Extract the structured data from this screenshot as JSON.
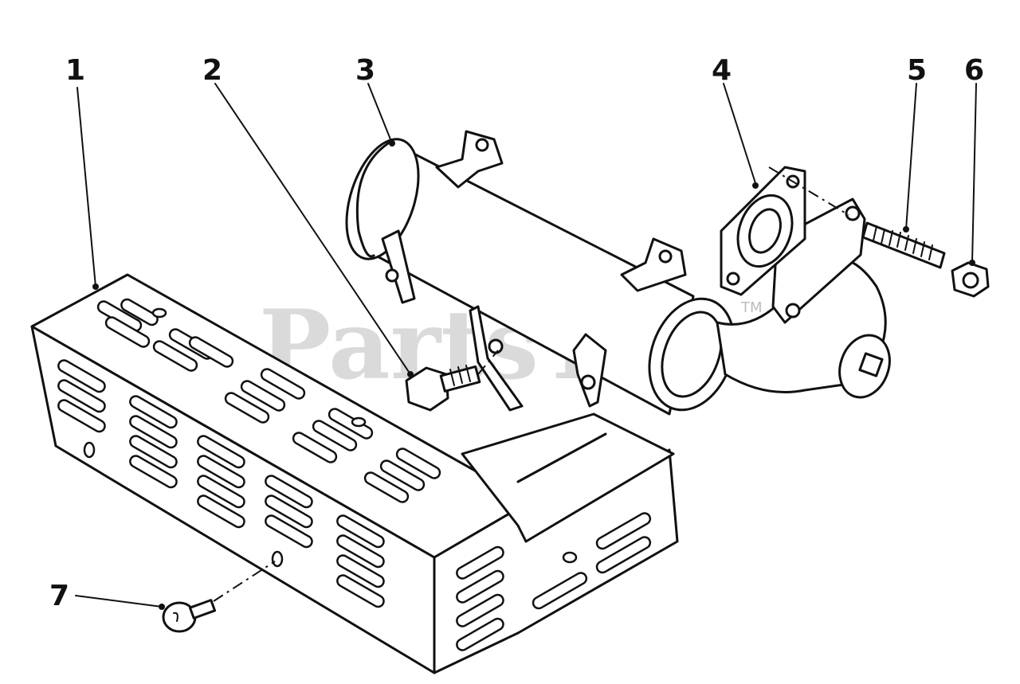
{
  "diagram": {
    "callouts": [
      {
        "id": "1",
        "label": "1"
      },
      {
        "id": "2",
        "label": "2"
      },
      {
        "id": "3",
        "label": "3"
      },
      {
        "id": "4",
        "label": "4"
      },
      {
        "id": "5",
        "label": "5"
      },
      {
        "id": "6",
        "label": "6"
      },
      {
        "id": "7",
        "label": "7"
      }
    ],
    "watermark": {
      "text": "PartsTree",
      "trademark": "TM"
    }
  }
}
